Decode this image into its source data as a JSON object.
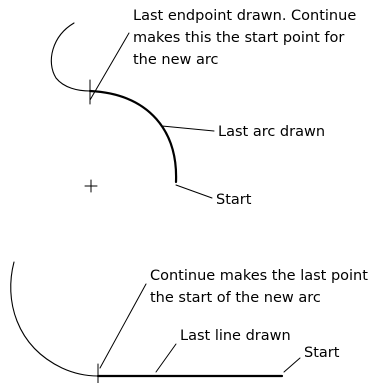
{
  "top_diagram": {
    "endpoint_label_lines": [
      "Last endpoint drawn. Continue",
      "makes this the start point for",
      "the new arc"
    ],
    "last_arc_label": "Last arc drawn",
    "start_label": "Start"
  },
  "bottom_diagram": {
    "continue_label_lines": [
      "Continue makes the last point",
      "the start of the new arc"
    ],
    "last_line_label": "Last line drawn",
    "start_label": "Start"
  }
}
